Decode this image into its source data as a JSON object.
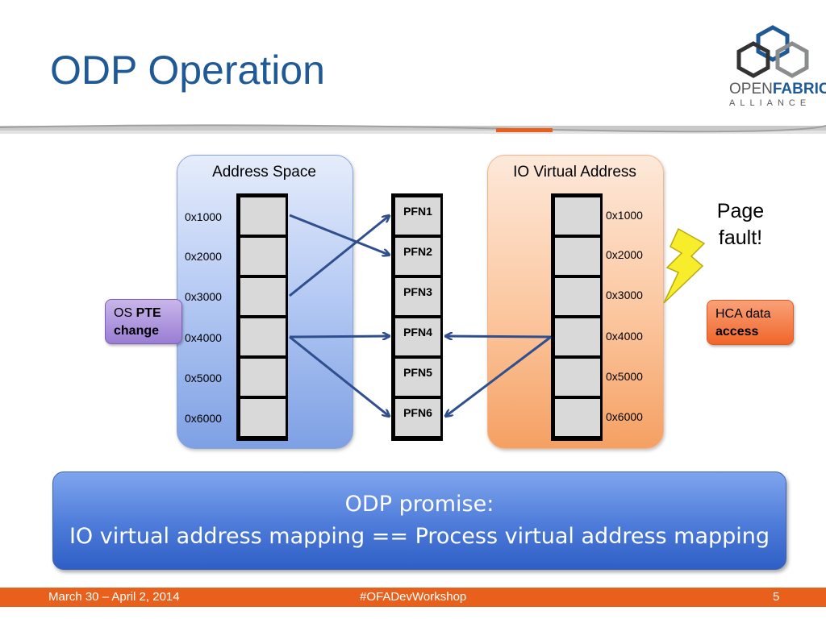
{
  "slide": {
    "title": "ODP Operation",
    "logo": {
      "open": "OPEN",
      "fabrics": "FABRICS",
      "alliance": "ALLIANCE"
    }
  },
  "address_space": {
    "title": "Address Space",
    "addresses": [
      "0x1000",
      "0x2000",
      "0x3000",
      "0x4000",
      "0x5000",
      "0x6000"
    ]
  },
  "pfn_column": {
    "labels": [
      "PFN1",
      "PFN2",
      "PFN3",
      "PFN4",
      "PFN5",
      "PFN6"
    ]
  },
  "io_virtual_address": {
    "title": "IO Virtual Address",
    "addresses": [
      "0x1000",
      "0x2000",
      "0x3000",
      "0x4000",
      "0x5000",
      "0x6000"
    ]
  },
  "callouts": {
    "os_pte_prefix": "OS ",
    "os_pte_bold": "PTE",
    "os_change": "change",
    "hca_prefix": "HCA data",
    "hca_bold": "access",
    "page_fault_1": "Page",
    "page_fault_2": "fault!"
  },
  "promise": {
    "line1": "ODP promise:",
    "line2": "IO virtual address mapping == Process virtual address mapping"
  },
  "footer": {
    "date": "March 30 – April 2, 2014",
    "hashtag": "#OFADevWorkshop",
    "page": "5"
  },
  "colors": {
    "title": "#1f5a96",
    "arrow": "#2f4f8f",
    "footer": "#e8601c",
    "lightning": "#f7ed2a"
  }
}
